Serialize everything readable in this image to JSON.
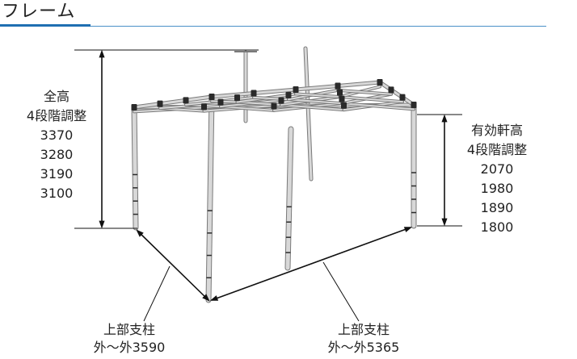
{
  "header": {
    "title": "フレーム",
    "rule_color": "#4a90c8",
    "accent_color": "#1f6fb2"
  },
  "total_height": {
    "label": "全高",
    "adjust": "4段階調整",
    "values": [
      "3370",
      "3280",
      "3190",
      "3100"
    ]
  },
  "effective_eave_height": {
    "label": "有効軒高",
    "adjust": "4段階調整",
    "values": [
      "2070",
      "1980",
      "1890",
      "1800"
    ]
  },
  "depth_span": {
    "label": "上部支柱",
    "value": "外～外3590"
  },
  "width_span": {
    "label": "上部支柱",
    "value": "外～外5365"
  },
  "colors": {
    "frame_stroke": "#7a7a7a",
    "frame_fill": "#d8d8d8",
    "joint": "#2a2a2a",
    "dimension": "#111111"
  }
}
